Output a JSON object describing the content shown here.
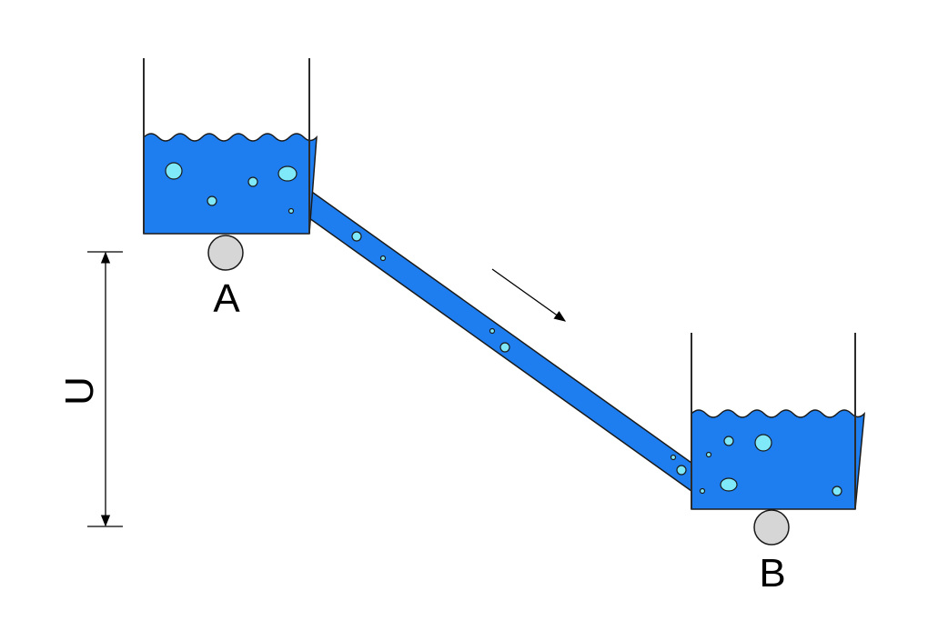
{
  "labels": {
    "tank_a": "A",
    "tank_b": "B",
    "voltage": "U"
  },
  "colors": {
    "water": "#1e7ef0",
    "bubble": "#7fe9f9",
    "wall": "#2b2b2b",
    "node": "#d6d6d6",
    "background": "#ffffff"
  },
  "icons": {
    "flow_direction": "arrow-down-right-icon",
    "measurement": "double-arrow-vertical-icon"
  }
}
